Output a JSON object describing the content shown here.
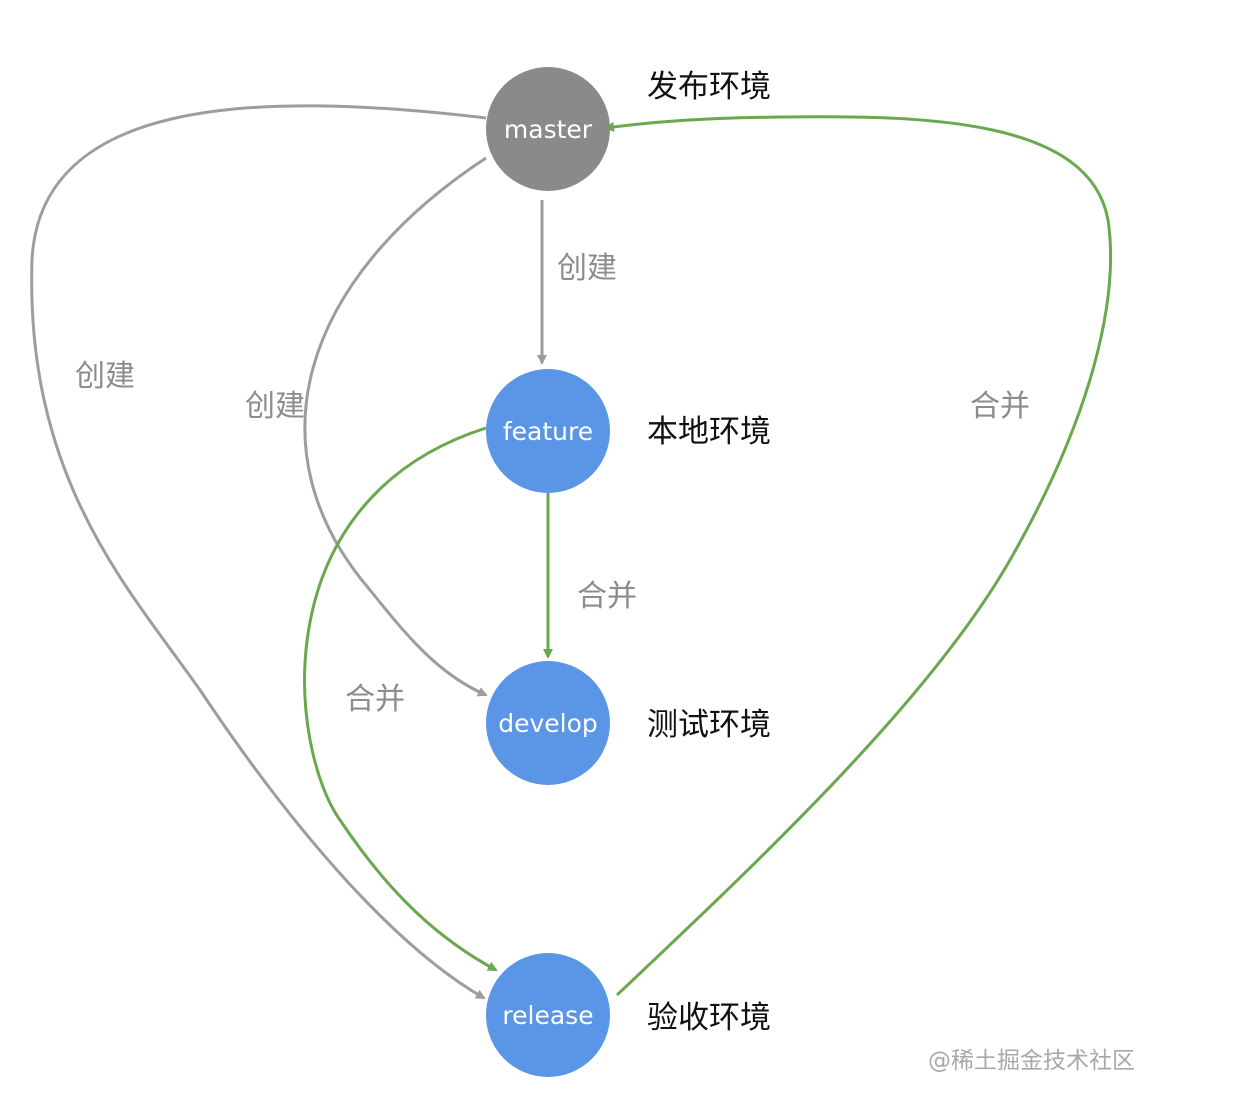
{
  "nodes": {
    "master": {
      "label": "master",
      "env": "发布环境",
      "color": "#8a8a8a"
    },
    "feature": {
      "label": "feature",
      "env": "本地环境",
      "color": "#5b95e5"
    },
    "develop": {
      "label": "develop",
      "env": "测试环境",
      "color": "#5b95e5"
    },
    "release": {
      "label": "release",
      "env": "验收环境",
      "color": "#5b95e5"
    }
  },
  "edges": {
    "master_to_feature": {
      "label": "创建",
      "kind": "create"
    },
    "master_to_develop": {
      "label": "创建",
      "kind": "create"
    },
    "master_to_release": {
      "label": "创建",
      "kind": "create"
    },
    "feature_to_develop": {
      "label": "合并",
      "kind": "merge"
    },
    "feature_to_release": {
      "label": "合并",
      "kind": "merge"
    },
    "release_to_master": {
      "label": "合并",
      "kind": "merge"
    }
  },
  "colors": {
    "create_edge": "#9d9d9d",
    "merge_edge": "#6aa84f"
  },
  "watermark": "@稀土掘金技术社区"
}
